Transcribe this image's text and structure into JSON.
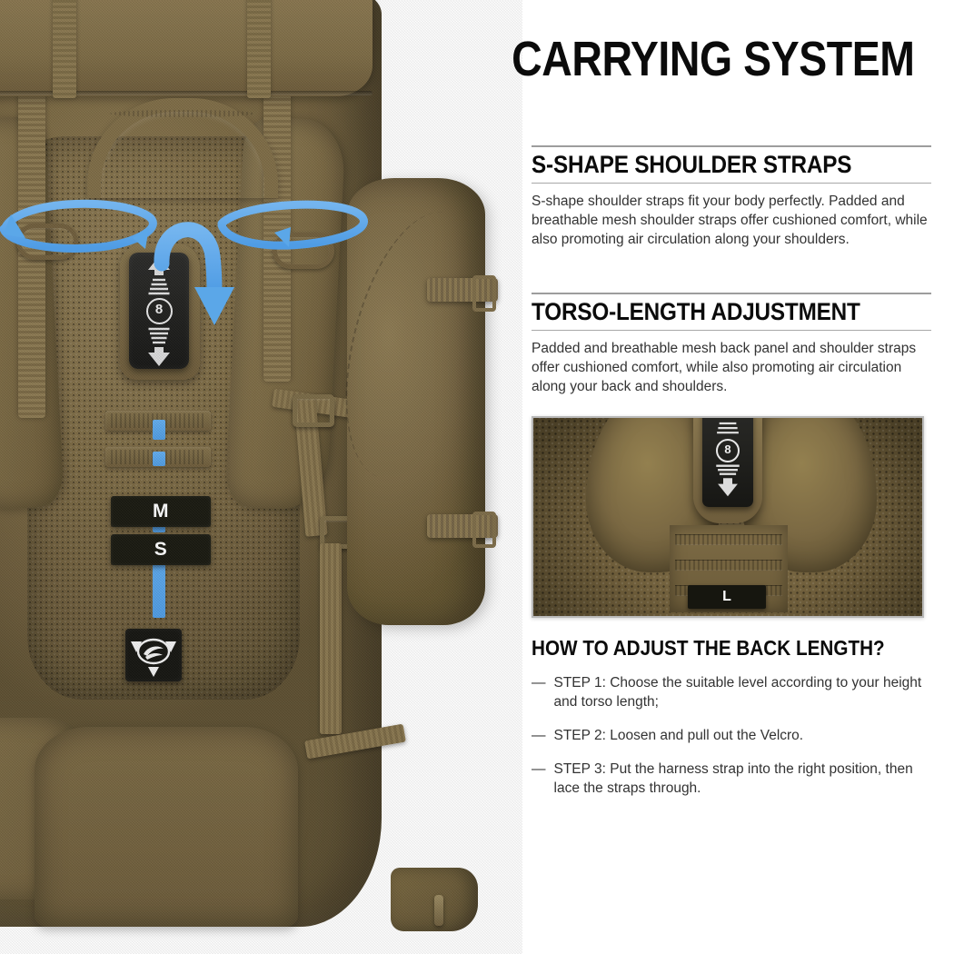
{
  "header": {
    "title": "CARRYING SYSTEM"
  },
  "sections": [
    {
      "id": "shoulder",
      "heading": "S-SHAPE SHOULDER STRAPS",
      "body": "S-shape shoulder straps fit your body perfectly. Padded and breathable mesh shoulder straps offer cushioned comfort, while also promoting air circulation along your shoulders."
    },
    {
      "id": "torso",
      "heading": "TORSO-LENGTH ADJUSTMENT",
      "body": "Padded and breathable mesh back panel and shoulder straps offer cushioned comfort, while also promoting air circulation along your back and shoulders."
    }
  ],
  "inset": {
    "size_label": "L",
    "tab_number": "8"
  },
  "how_to": {
    "heading": "HOW TO ADJUST THE BACK LENGTH?",
    "bullet": "—",
    "steps": [
      "STEP 1: Choose the suitable level according to your height and torso length;",
      "STEP 2: Loosen and pull out the Velcro.",
      "STEP 3: Put the harness strap into the right position, then lace the straps through."
    ]
  },
  "product_photo": {
    "adjust_tab_number": "8",
    "size_labels": [
      "M",
      "S"
    ],
    "colors": {
      "fabric": "#7a6844",
      "fabric_dark": "#5d4f31",
      "fabric_light": "#8c7a52",
      "annotation_blue": "#5ba7e8",
      "patch_black": "#16160f",
      "background": "#ffffff"
    }
  },
  "theme": {
    "rule_gray": "#9d9d9d",
    "text_dark": "#333333",
    "heading_black": "#0b0b0b"
  }
}
